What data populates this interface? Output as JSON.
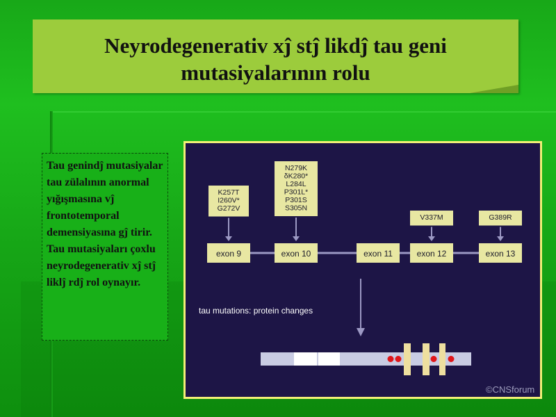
{
  "slide": {
    "title_line1": "Neyrodegenerativ xĵ stĵ likdĵ  tau geni",
    "title_line2": "mutasiyalarının rolu",
    "body_text": "Tau genindĵ  mutasiyalar tau zülalının anormal yığışmasına vĵ  frontotemporal demensiyasına gĵ tirir.  Tau mutasiyaları çoxlu neyrodegenerativ xĵ stĵ liklĵ rdĵ  rol oynayır."
  },
  "figure": {
    "exons": [
      "exon 9",
      "exon 10",
      "exon 11",
      "exon 12",
      "exon 13"
    ],
    "mutation_boxes": [
      {
        "exon": "exon 9",
        "lines": [
          "K257T",
          "I260V*",
          "G272V"
        ]
      },
      {
        "exon": "exon 10",
        "lines": [
          "N279K",
          "δK280*",
          "L284L",
          "P301L*",
          "P301S",
          "S305N"
        ]
      },
      {
        "exon": "exon 12",
        "lines": [
          "V337M"
        ]
      },
      {
        "exon": "exon 13",
        "lines": [
          "G389R"
        ]
      }
    ],
    "protein_label": "tau mutations: protein changes",
    "copyright": "©CNSforum",
    "colors": {
      "background": "#1d1546",
      "box_fill": "#e8e7a2",
      "line": "#9c99c4",
      "protein_bar": "#c9cce3",
      "protein_segment": "#ffffff",
      "repeat_block": "#eedf9f",
      "mutation_dot": "#e0161a",
      "frame": "#f2ef76"
    }
  }
}
